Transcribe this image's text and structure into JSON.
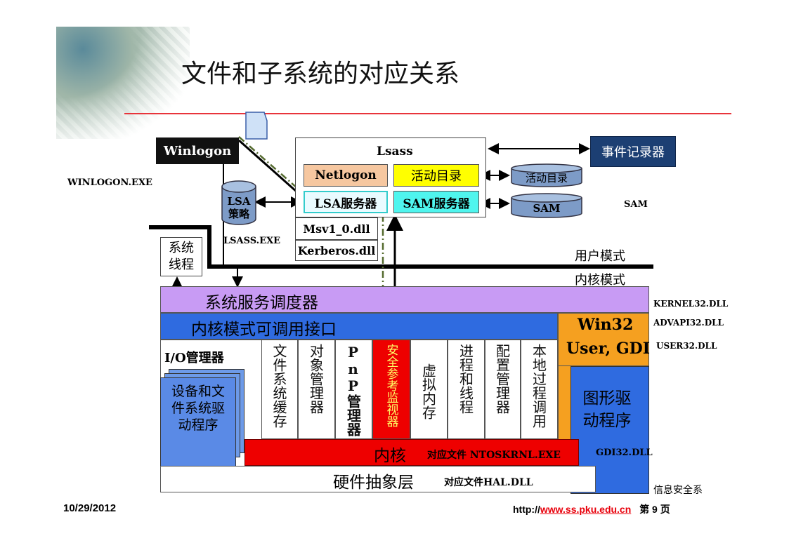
{
  "title": "文件和子系统的对应关系",
  "winlogon": {
    "label": "Winlogon",
    "exe": "WINLOGON.EXE"
  },
  "lsass": {
    "title": "Lsass",
    "netlogon": "Netlogon",
    "active_dir": "活动目录",
    "lsa_server": "LSA服务器",
    "sam_server": "SAM服务器",
    "msv": "Msv1_0.dll",
    "kerberos": "Kerberos.dll",
    "exe": "LSASS.EXE"
  },
  "lsa_policy": "LSA\n策略",
  "active_dir_db": "活动目录",
  "sam_db": "SAM",
  "sam_label": "SAM",
  "event_logger": "事件记录器",
  "system_thread": "系统\n线程",
  "user_mode": "用户模式",
  "kernel_mode": "内核模式",
  "service_dispatcher": "系统服务调度器",
  "kernel_interface": "内核模式可调用接口",
  "win32": {
    "label1": "Win32",
    "label2": "User, GDI"
  },
  "graphics_driver": "图形驱\n动程序",
  "io_manager": "I/O管理器",
  "device_fs_drivers": "设备和文\n件系统驱\n动程序",
  "components": [
    "文件系统缓存",
    "对象管理器",
    "PnP管理器",
    "安全参考监视器",
    "虚拟内存",
    "进程和线程",
    "配置管理器",
    "本地过程调用"
  ],
  "kernel": {
    "label": "内核",
    "file": "对应文件 NTOSKRNL.EXE"
  },
  "hal": {
    "label": "硬件抽象层",
    "file": "对应文件HAL.DLL"
  },
  "dlls": {
    "kernel32": "KERNEL32.DLL",
    "advapi32": "ADVAPI32.DLL",
    "user32": "USER32.DLL",
    "gdi32": "GDI32.DLL"
  },
  "footer": {
    "date": "10/29/2012",
    "url_prefix": "http://",
    "url_link": "www.ss.pku.edu.cn",
    "page": "第 9 页",
    "dept": "信息安全系"
  },
  "colors": {
    "purple": "#c89bf4",
    "blue": "#2f6be0",
    "orange": "#f5a020",
    "red": "#ee0000",
    "navy": "#1c3f73",
    "yellow": "#ffff00",
    "cyan": "#4ff5ee",
    "peach": "#f6c7a0"
  }
}
